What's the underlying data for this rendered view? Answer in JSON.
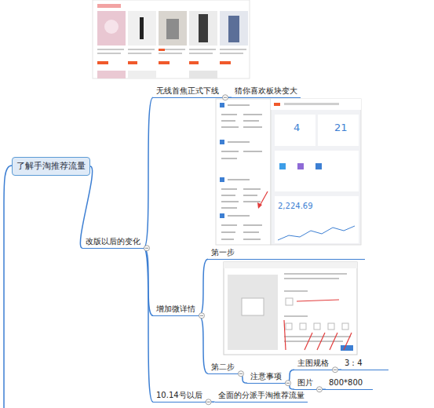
{
  "diagram": {
    "nodes": [
      {
        "text": [
          "了解手淘推荐流量"
        ]
      },
      {
        "text": [
          "改版以后的变化"
        ]
      },
      {
        "text": [
          "无线首焦正式下线"
        ]
      },
      {
        "text": [
          "猜你喜欢板块变大"
        ]
      },
      {
        "text": [
          "增加微详情"
        ]
      },
      {
        "text": [
          "第一步"
        ]
      },
      {
        "text": [
          "第二步"
        ]
      },
      {
        "text": [
          "注意事项"
        ]
      },
      {
        "text": [
          "主图规格"
        ]
      },
      {
        "text": [
          "3：4"
        ]
      },
      {
        "text": [
          "图片"
        ]
      },
      {
        "text": [
          "800*800"
        ]
      },
      {
        "text": [
          "10.14号以后"
        ]
      },
      {
        "text": [
          "全面的分派手淘推荐流量"
        ]
      }
    ],
    "edges": [
      {
        "from": 0,
        "to": 1,
        "arrow": "none"
      },
      {
        "from": 1,
        "to": 2,
        "arrow": "none"
      },
      {
        "from": 2,
        "to": 3,
        "arrow": "none"
      },
      {
        "from": 1,
        "to": 4,
        "arrow": "none"
      },
      {
        "from": 4,
        "to": 5,
        "arrow": "none"
      },
      {
        "from": 4,
        "to": 6,
        "arrow": "none"
      },
      {
        "from": 6,
        "to": 7,
        "arrow": "none"
      },
      {
        "from": 7,
        "to": 8,
        "arrow": "none"
      },
      {
        "from": 8,
        "to": 9,
        "arrow": "none"
      },
      {
        "from": 7,
        "to": 10,
        "arrow": "none"
      },
      {
        "from": 10,
        "to": 11,
        "arrow": "none"
      },
      {
        "from": 1,
        "to": 12,
        "arrow": "none"
      },
      {
        "from": 12,
        "to": 13,
        "arrow": "none"
      }
    ],
    "labels": [
      "4",
      "21",
      "2,224.69"
    ]
  }
}
